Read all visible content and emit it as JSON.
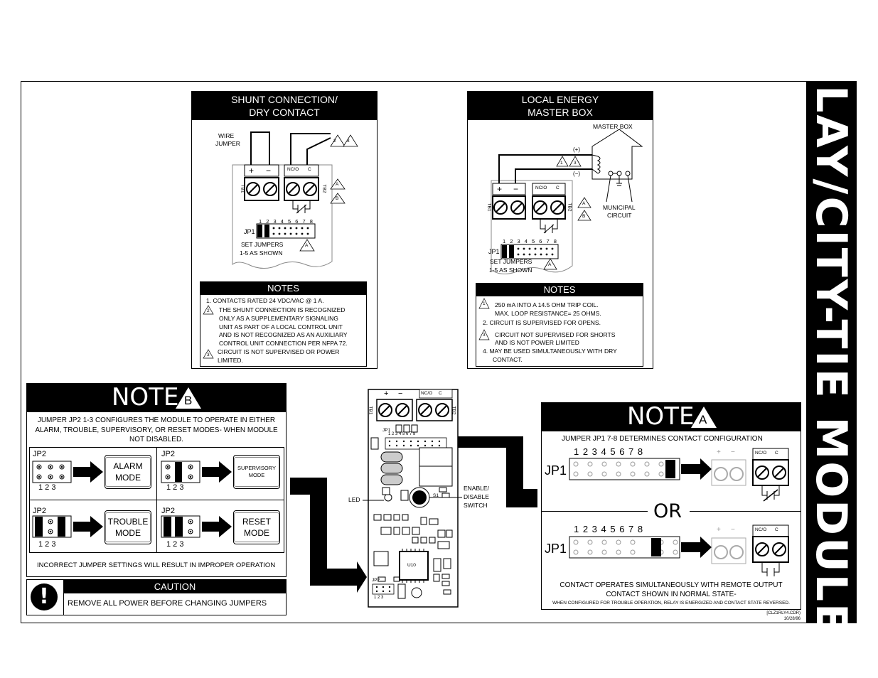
{
  "sidebar_title": "RELAY/CITY-TIE MODULE",
  "shunt": {
    "title_line1": "SHUNT CONNECTION/",
    "title_line2": "DRY CONTACT",
    "wire_jumper_1": "WIRE",
    "wire_jumper_2": "JUMPER",
    "plus": "+",
    "minus": "−",
    "nco": "NC/O",
    "c": "C",
    "tb1": "TB1",
    "tb2": "TB2",
    "jp1": "JP1",
    "jp_nums": "1 2 3 4 5 6 7 8",
    "set_jumpers_1": "SET JUMPERS",
    "set_jumpers_2": "1-5 AS SHOWN",
    "tri_2": "2",
    "tri_3": "3",
    "tri_a": "A",
    "tri_b": "B"
  },
  "shunt_notes": {
    "header": "NOTES",
    "n1": "1.   CONTACTS RATED 24 VDC/VAC @ 1 A.",
    "n2_1": "THE SHUNT CONNECTION IS RECOGNIZED",
    "n2_2": "ONLY AS A SUPPLEMENTARY SIGNALING",
    "n2_3": "UNIT AS PART OF A LOCAL CONTROL UNIT",
    "n2_4": "AND IS NOT RECOGNIZED AS AN AUXILIARY",
    "n2_5": "CONTROL UNIT CONNECTION PER NFPA 72.",
    "n3_1": "CIRCUIT IS NOT SUPERVISED OR POWER",
    "n3_2": "LIMITED.",
    "tri_2": "2",
    "tri_3": "3"
  },
  "local": {
    "title_line1": "LOCAL ENERGY",
    "title_line2": "MASTER BOX",
    "master_box": "MASTER BOX",
    "plus_label": "(+)",
    "minus_label": "(−)",
    "municipal_1": "MUNICIPAL",
    "municipal_2": "CIRCUIT",
    "plus": "+",
    "minus": "−",
    "nco": "NC/O",
    "c": "C",
    "tb1": "TB1",
    "tb2": "TB2",
    "jp1": "JP1",
    "jp_nums": "1 2 3 4 5 6 7 8",
    "set_jumpers_1": "SET JUMPERS",
    "set_jumpers_2": "1-5 AS SHOWN",
    "tri_1": "1",
    "tri_3": "3",
    "tri_a": "A",
    "tri_b": "B"
  },
  "local_notes": {
    "header": "NOTES",
    "n1_1": "250 mA INTO A 14.5 OHM TRIP COIL.",
    "n1_2": "MAX. LOOP RESISTANCE= 25 OHMS.",
    "n2": "2.   CIRCUIT IS SUPERVISED FOR OPENS.",
    "n3_1": "CIRCUIT NOT SUPERVISED FOR SHORTS",
    "n3_2": "AND IS NOT POWER LIMITED",
    "n4_1": "4.   MAY BE USED SIMULTANEOUSLY WITH DRY",
    "n4_2": "CONTACT.",
    "tri_1": "1",
    "tri_3": "3"
  },
  "note_b": {
    "title": "NOTE",
    "badge": "B",
    "desc_1": "JUMPER JP2 1-3 CONFIGURES THE MODULE TO OPERATE IN EITHER",
    "desc_2": "ALARM, TROUBLE, SUPERVISORY, OR RESET MODES- WHEN MODULE",
    "desc_3": "NOT DISABLED.",
    "jp2": "JP2",
    "nums": "1  2  3",
    "alarm_1": "ALARM",
    "alarm_2": "MODE",
    "supervisory_1": "SUPERVISORY",
    "supervisory_2": "MODE",
    "trouble_1": "TROUBLE",
    "trouble_2": "MODE",
    "reset_1": "RESET",
    "reset_2": "MODE",
    "incorrect": "INCORRECT JUMPER SETTINGS WILL RESULT IN IMPROPER OPERATION",
    "caution_header": "CAUTION",
    "caution_text": "REMOVE ALL POWER BEFORE CHANGING JUMPERS",
    "exclaim": "!"
  },
  "board": {
    "plus": "+",
    "minus": "−",
    "nco": "NC/O",
    "c": "C",
    "tb1": "TB1",
    "tb2": "TB2",
    "jp1": "JP1",
    "jp_nums": "1  2  3  4  5  6  7  8",
    "led": "LED",
    "enable_1": "ENABLE/",
    "enable_2": "DISABLE",
    "enable_3": "SWITCH",
    "s1": "S1",
    "u10": "U10",
    "jp2": "JP2",
    "jp2_nums": "1  2  3"
  },
  "note_a": {
    "title": "NOTE",
    "badge": "A",
    "desc": "JUMPER JP1 7-8  DETERMINES CONTACT CONFIGURATION",
    "nums": "1  2  3  4  5  6  7  8",
    "jp1": "JP1",
    "or": "OR",
    "plus": "+",
    "minus": "−",
    "nco": "NC/O",
    "c": "C",
    "footer_1": "CONTACT OPERATES SIMULTANEOUSLY WITH REMOTE OUTPUT",
    "footer_2": "CONTACT SHOWN IN NORMAL STATE-",
    "footer_3": "WHEN CONFIGURED FOR TROUBLE OPERATION, RELAY IS ENERGIZED AND CONTACT STATE REVERSED."
  },
  "ref_1": "[CLZ1RLY4.CDR)",
  "ref_2": "10/28/96"
}
